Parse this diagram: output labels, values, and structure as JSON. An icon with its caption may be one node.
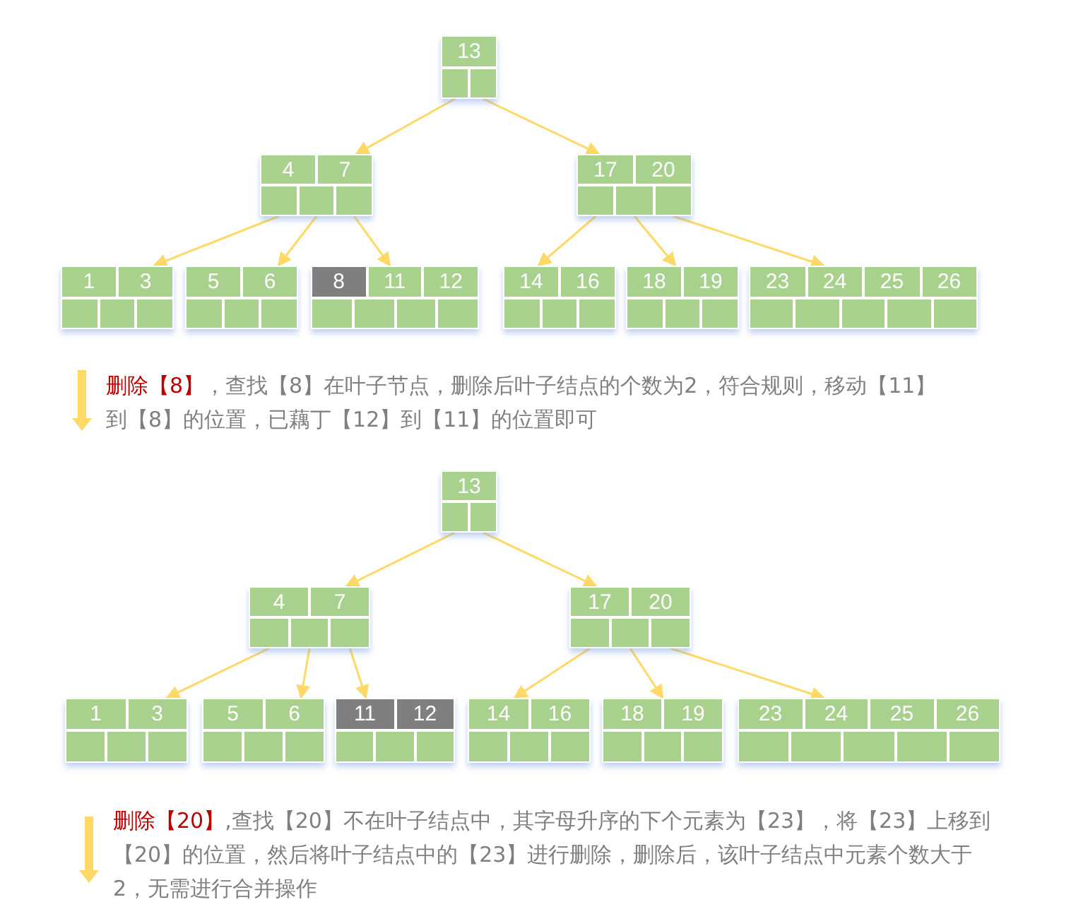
{
  "diagram": {
    "nodes": [
      {
        "text": [
          "13"
        ]
      },
      {
        "text": [
          "4",
          "7"
        ]
      },
      {
        "text": [
          "17",
          "20"
        ]
      },
      {
        "text": [
          "1",
          "3"
        ]
      },
      {
        "text": [
          "5",
          "6"
        ]
      },
      {
        "text": [
          "8",
          "11",
          "12"
        ]
      },
      {
        "text": [
          "14",
          "16"
        ]
      },
      {
        "text": [
          "18",
          "19"
        ]
      },
      {
        "text": [
          "23",
          "24",
          "25",
          "26"
        ]
      },
      {
        "text": [
          "13"
        ]
      },
      {
        "text": [
          "4",
          "7"
        ]
      },
      {
        "text": [
          "17",
          "20"
        ]
      },
      {
        "text": [
          "1",
          "3"
        ]
      },
      {
        "text": [
          "5",
          "6"
        ]
      },
      {
        "text": [
          "11",
          "12"
        ]
      },
      {
        "text": [
          "14",
          "16"
        ]
      },
      {
        "text": [
          "18",
          "19"
        ]
      },
      {
        "text": [
          "23",
          "24",
          "25",
          "26"
        ]
      }
    ],
    "edges": [
      {
        "from": 0,
        "to": 1,
        "arrow": "to"
      },
      {
        "from": 0,
        "to": 2,
        "arrow": "to"
      },
      {
        "from": 1,
        "to": 3,
        "arrow": "to"
      },
      {
        "from": 1,
        "to": 4,
        "arrow": "to"
      },
      {
        "from": 1,
        "to": 5,
        "arrow": "to"
      },
      {
        "from": 2,
        "to": 6,
        "arrow": "to"
      },
      {
        "from": 2,
        "to": 7,
        "arrow": "to"
      },
      {
        "from": 2,
        "to": 8,
        "arrow": "to"
      },
      {
        "from": 9,
        "to": 10,
        "arrow": "to"
      },
      {
        "from": 9,
        "to": 11,
        "arrow": "to"
      },
      {
        "from": 10,
        "to": 12,
        "arrow": "to"
      },
      {
        "from": 10,
        "to": 13,
        "arrow": "to"
      },
      {
        "from": 10,
        "to": 14,
        "arrow": "to"
      },
      {
        "from": 11,
        "to": 15,
        "arrow": "to"
      },
      {
        "from": 11,
        "to": 16,
        "arrow": "to"
      },
      {
        "from": 11,
        "to": 17,
        "arrow": "to"
      }
    ],
    "labels": [
      "**删除【8】**，查找【8】在叶子节点，删除后叶子结点的个数为2，符合规则，移动【11】到【8】的位置，已藕丁【12】到【11】的位置即可",
      "**删除【20】**,查找【20】不在叶子结点中，其字母升序的下个元素为【23】，将【23】上移到【20】的位置，然后将叶子结点中的【23】进行删除，删除后，该叶子结点中元素个数大于2，无需进行合并操作"
    ]
  }
}
